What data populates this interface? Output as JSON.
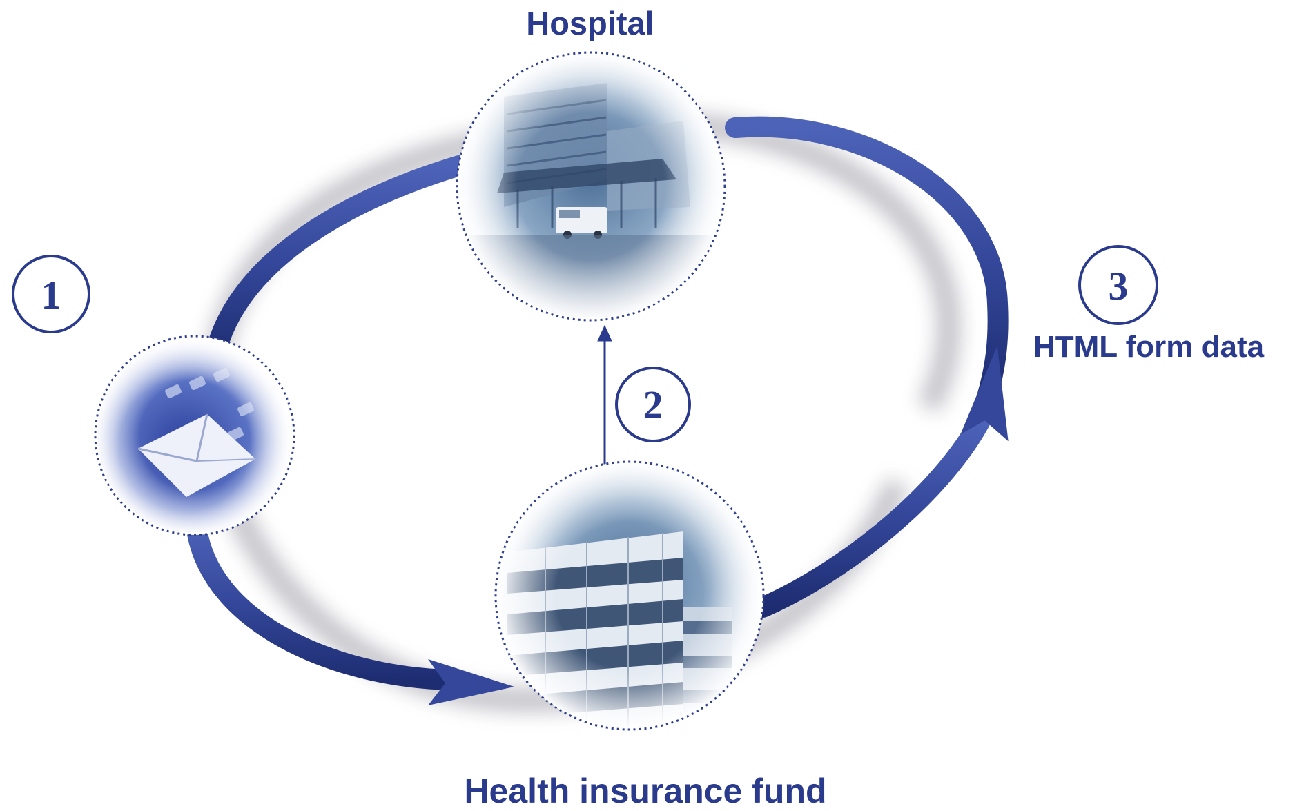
{
  "labels": {
    "hospital": "Hospital",
    "health_insurance_fund": "Health insurance fund",
    "html_form_data": "HTML form data"
  },
  "steps": [
    "1",
    "2",
    "3"
  ],
  "icons": {
    "hospital": "hospital-building-photo",
    "health_insurance_fund": "office-building-photo",
    "mail": "envelope-on-keyboard-photo"
  },
  "colors": {
    "primary": "#2a3a8c",
    "arrow": "#34479a",
    "dotted_border": "#2f3f8f"
  }
}
